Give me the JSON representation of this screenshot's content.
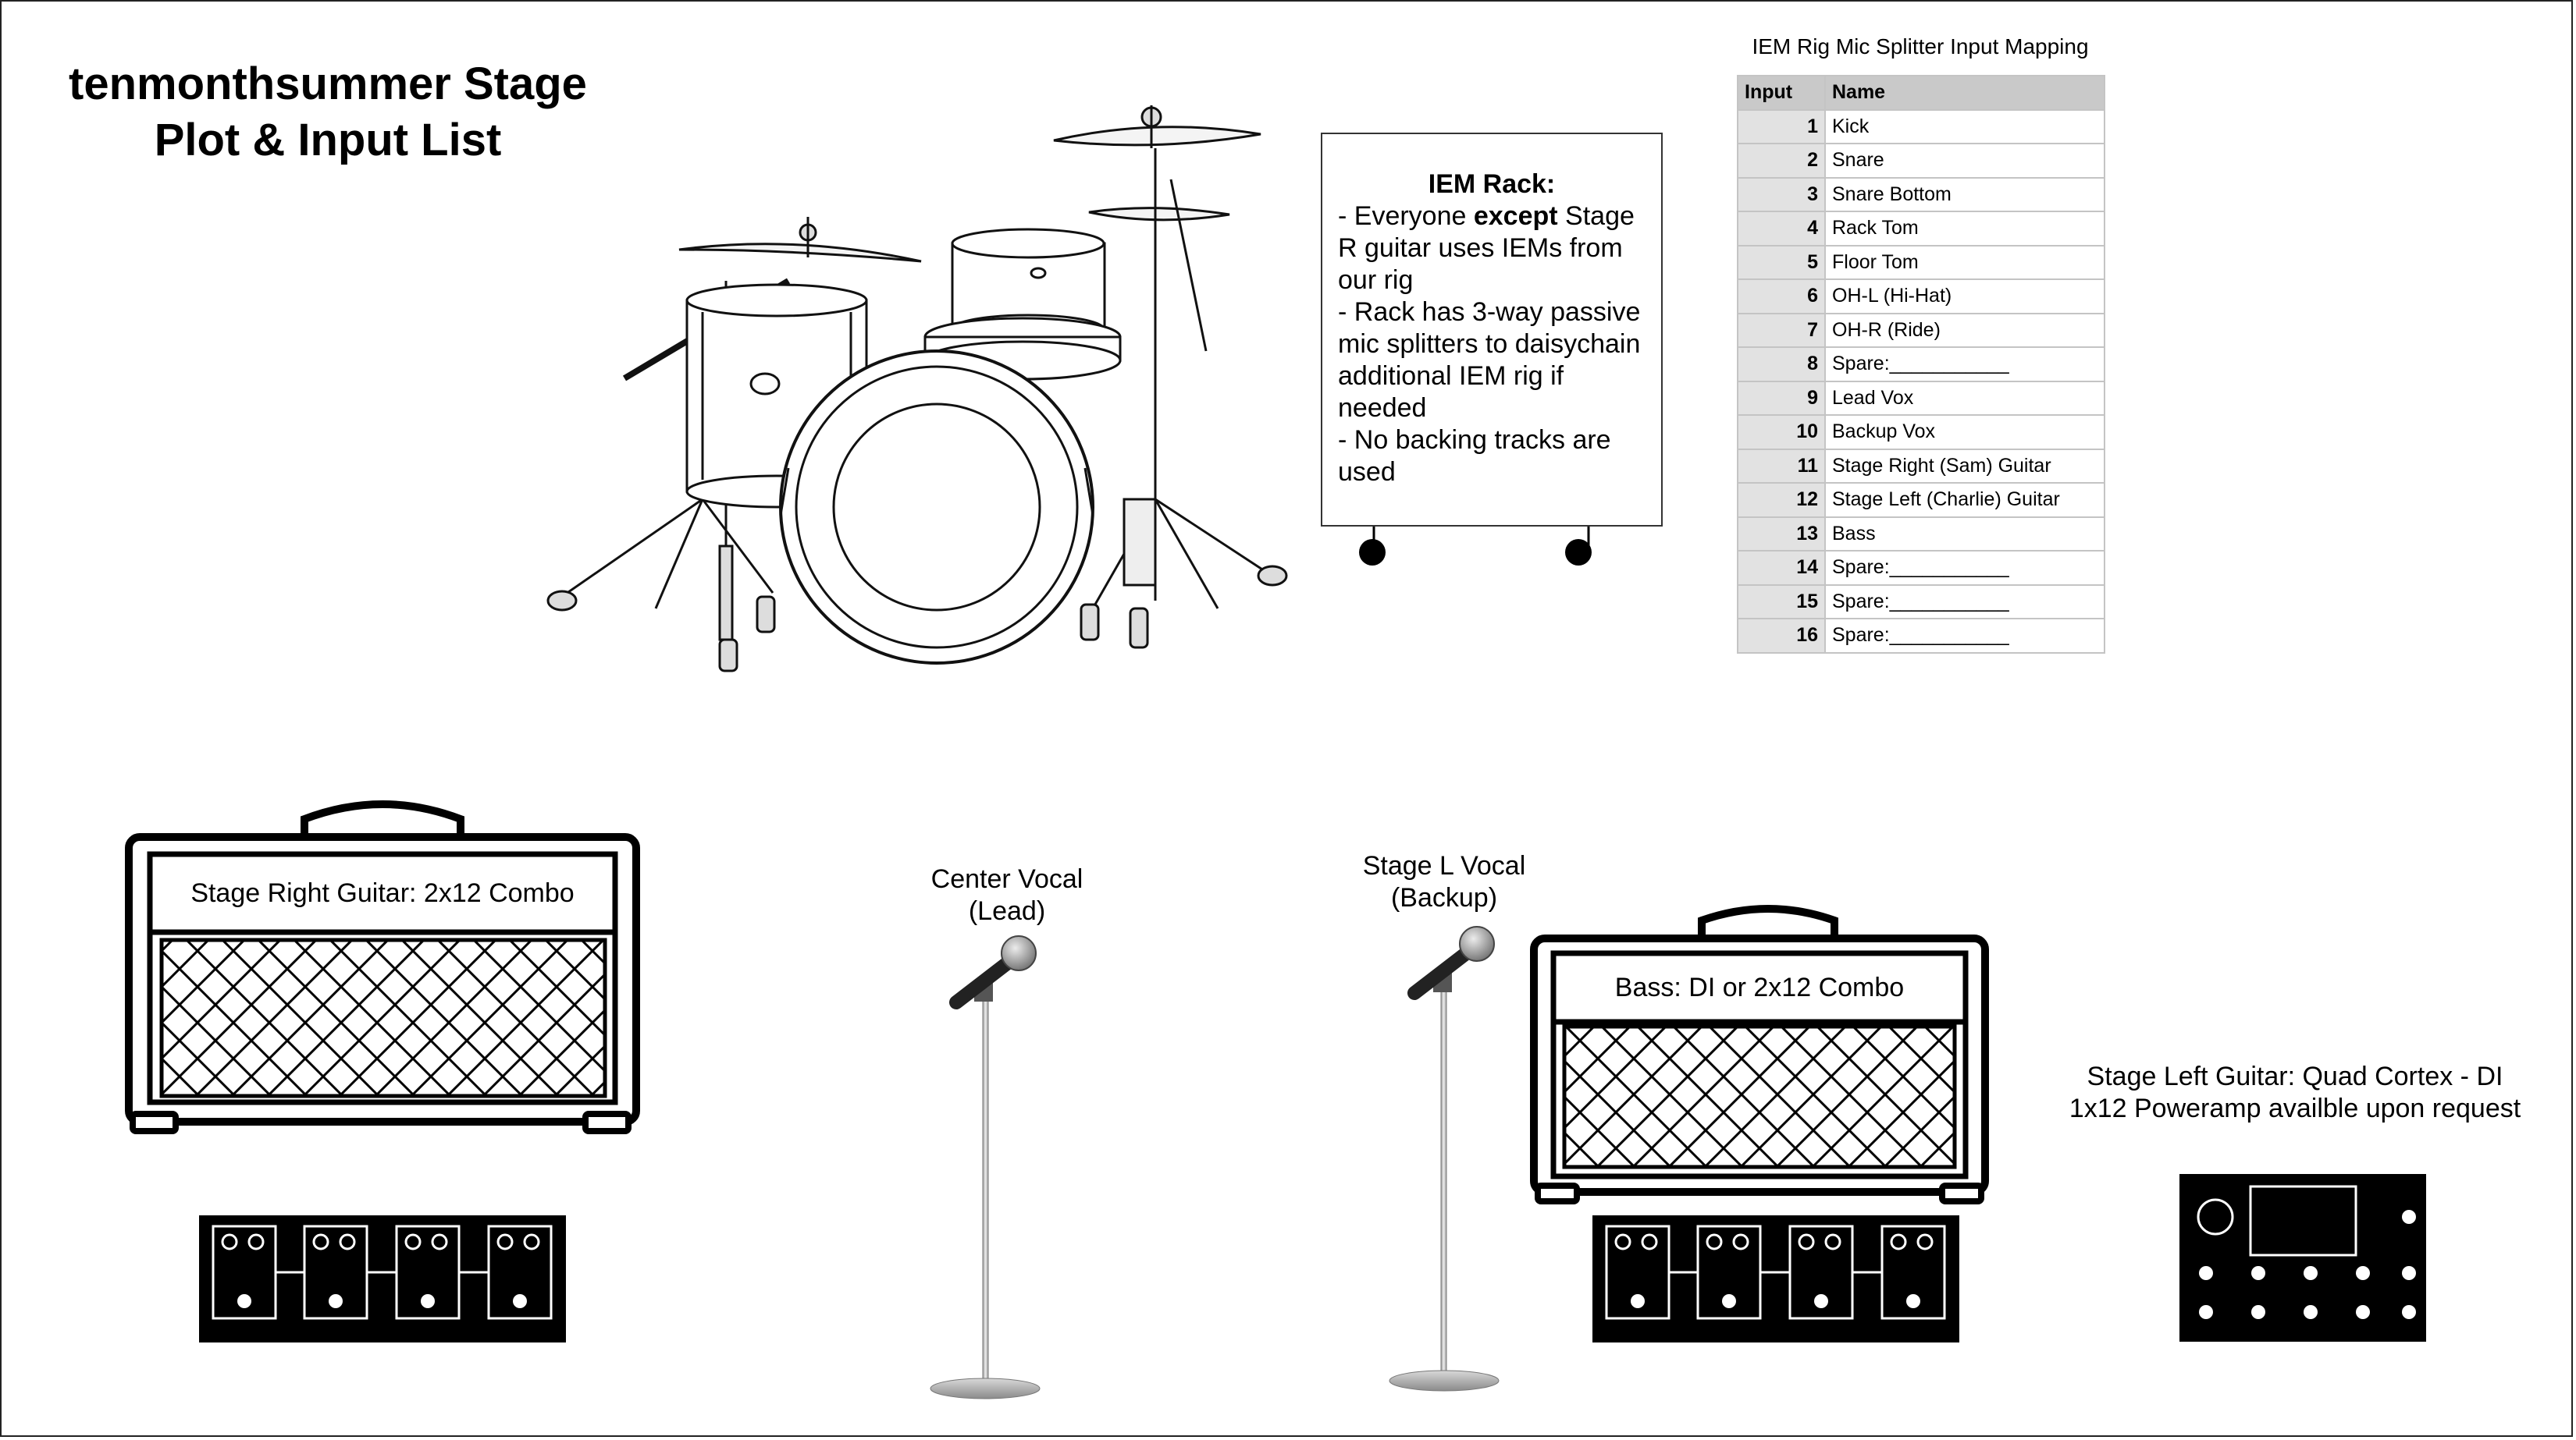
{
  "title": {
    "line1": "tenmonthsummer Stage",
    "line2": "Plot & Input List"
  },
  "iem_rack": {
    "heading": "IEM Rack:",
    "line1_pre": "- Everyone ",
    "line1_bold": "except",
    "line1_post": " Stage R guitar uses IEMs from our rig",
    "line2": "- Rack has 3-way passive mic splitters to daisychain additional IEM rig if needed",
    "line3": "- No backing tracks are used"
  },
  "input_table": {
    "title": "IEM Rig Mic Splitter Input Mapping",
    "headers": [
      "Input",
      "Name"
    ],
    "rows": [
      {
        "num": "1",
        "name": "Kick"
      },
      {
        "num": "2",
        "name": "Snare"
      },
      {
        "num": "3",
        "name": "Snare Bottom"
      },
      {
        "num": "4",
        "name": "Rack Tom"
      },
      {
        "num": "5",
        "name": "Floor Tom"
      },
      {
        "num": "6",
        "name": "OH-L (Hi-Hat)"
      },
      {
        "num": "7",
        "name": "OH-R (Ride)"
      },
      {
        "num": "8",
        "name": "Spare:___________"
      },
      {
        "num": "9",
        "name": "Lead Vox"
      },
      {
        "num": "10",
        "name": "Backup Vox"
      },
      {
        "num": "11",
        "name": "Stage Right (Sam) Guitar"
      },
      {
        "num": "12",
        "name": "Stage Left (Charlie) Guitar"
      },
      {
        "num": "13",
        "name": "Bass"
      },
      {
        "num": "14",
        "name": "Spare:___________"
      },
      {
        "num": "15",
        "name": "Spare:___________"
      },
      {
        "num": "16",
        "name": "Spare:___________"
      }
    ]
  },
  "amps": {
    "stage_right": "Stage Right Guitar: 2x12 Combo",
    "bass": "Bass: DI or 2x12 Combo"
  },
  "mics": {
    "center_line1": "Center Vocal",
    "center_line2": "(Lead)",
    "stage_l_line1": "Stage L Vocal",
    "stage_l_line2": "(Backup)"
  },
  "stage_left_guitar": {
    "line1": "Stage Left Guitar: Quad Cortex - DI",
    "line2": "1x12 Poweramp availble upon request"
  },
  "icons": [
    "drum-kit-icon",
    "amp-icon",
    "microphone-icon",
    "pedalboard-icon",
    "quad-cortex-icon",
    "rack-wheel-icon"
  ]
}
